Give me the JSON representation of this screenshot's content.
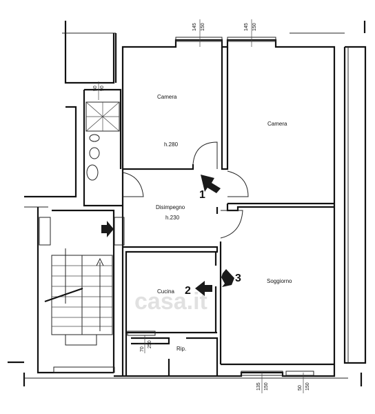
{
  "rooms": {
    "camera_left": "Camera",
    "camera_left_height": "h.280",
    "camera_right": "Camera",
    "disimpegno": "Disimpegno",
    "disimpegno_height": "h.230",
    "cucina": "Cucina",
    "soggiorno": "Soggiorno",
    "ripostiglio": "Rip."
  },
  "markers": {
    "m1": "1",
    "m2": "2",
    "m3": "3"
  },
  "dimensions": {
    "top_a1": "145",
    "top_a2": "150",
    "top_b1": "145",
    "top_b2": "150",
    "bath_1": "50",
    "bath_2": "90",
    "kitchen_1": "70",
    "kitchen_2": "250",
    "bottom_a1": "135",
    "bottom_a2": "150",
    "bottom_b1": "50",
    "bottom_b2": "150"
  },
  "watermark": "casa.it"
}
